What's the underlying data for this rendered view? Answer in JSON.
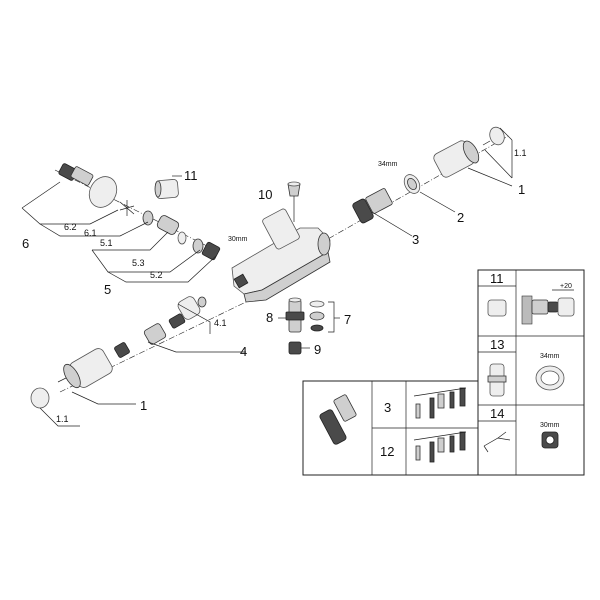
{
  "labels": {
    "p1_right": "1",
    "p1_1_right": "1.1",
    "p2": "2",
    "p3": "3",
    "p10": "10",
    "p11": "11",
    "p6": "6",
    "p6_2": "6.2",
    "p6_1": "6.1",
    "p5_1": "5.1",
    "p5_3": "5.3",
    "p5_2": "5.2",
    "p5": "5",
    "p4": "4",
    "p4_1": "4.1",
    "p8": "8",
    "p7": "7",
    "p9": "9",
    "p1_left": "1",
    "p1_1_left": "1.1",
    "dim_34mm_top": "34mm",
    "dim_30mm_mid": "30mm"
  },
  "table": {
    "r11": "11",
    "r13": "13",
    "r14": "14",
    "r3": "3",
    "r12": "12",
    "dim_plus20": "+20",
    "dim_34mm": "34mm",
    "dim_30mm": "30mm"
  }
}
